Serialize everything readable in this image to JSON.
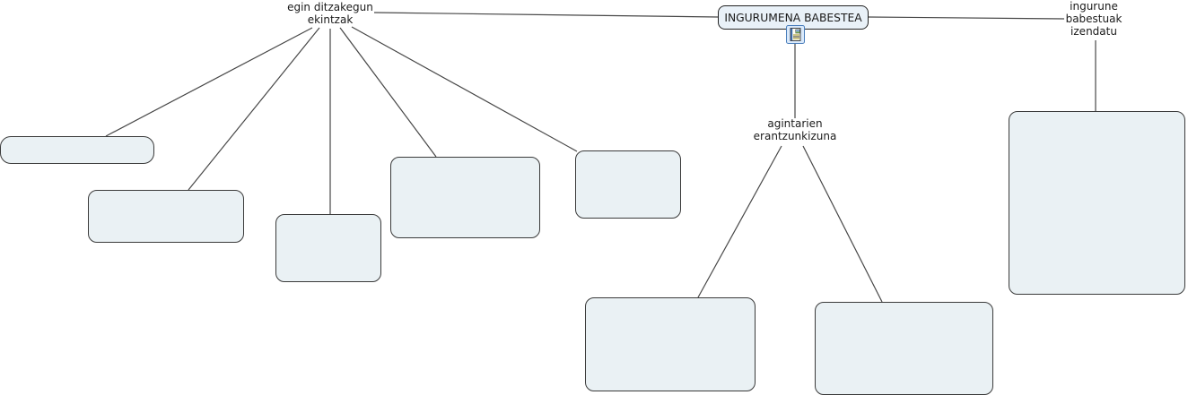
{
  "map": {
    "root_node": {
      "label": "INGURUMENA BABESTEA"
    },
    "resource_icon": {
      "name": "document-image-resource-icon"
    },
    "linking_phrases": {
      "actions": "egin ditzakegun\nekintzak",
      "responsibility": "agintarien\nerantzunkizuna",
      "designate": "ingurune\nbabestuak\nizendatu"
    },
    "empty_node_count": 8
  },
  "colors": {
    "background": "#ffffff",
    "node_fill": "#eaf1f4",
    "node_border": "#3a3a3a",
    "root_node_fill": "#e9f1f8",
    "root_node_border": "#222222",
    "connector_line": "#474747",
    "text": "#1a1a1a",
    "icon_border": "#4a7ebb",
    "icon_background": "#d9e9fb"
  }
}
